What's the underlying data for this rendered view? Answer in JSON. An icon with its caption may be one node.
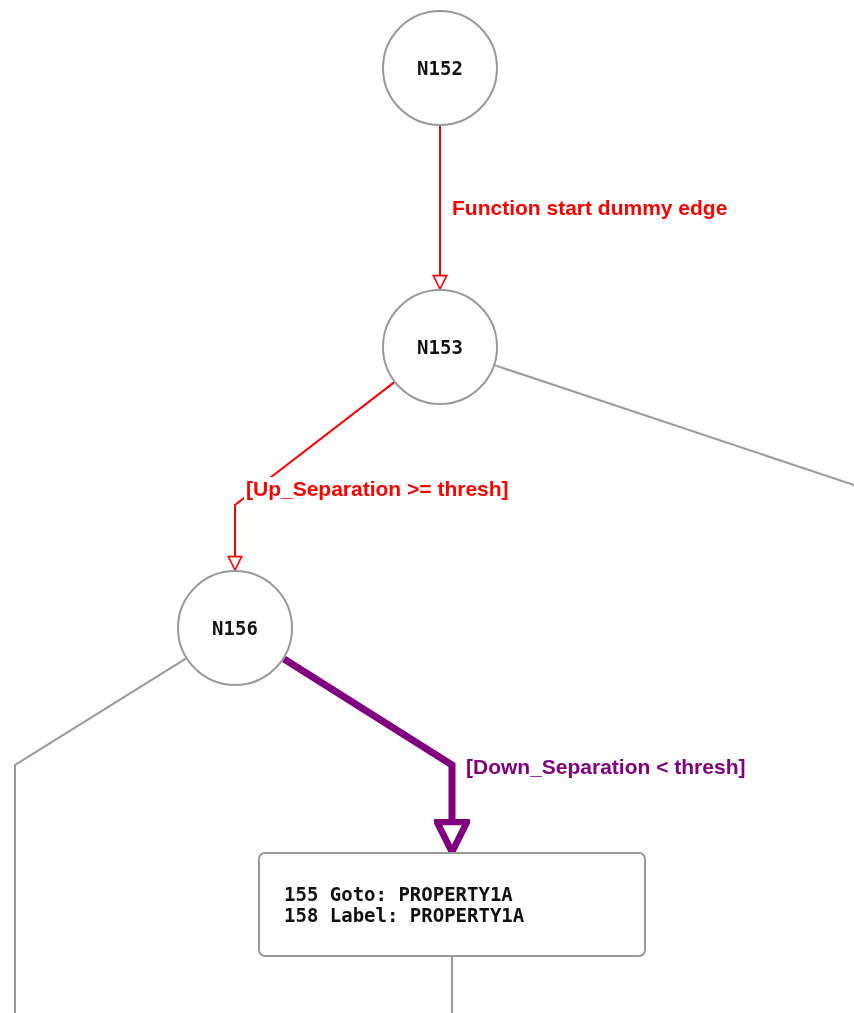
{
  "diagram": {
    "nodes": [
      {
        "text": [
          "N152"
        ]
      },
      {
        "text": [
          "N153"
        ]
      },
      {
        "text": [
          "N156"
        ]
      },
      {
        "text": [
          "155 Goto: PROPERTY1A",
          "158 Label: PROPERTY1A"
        ]
      }
    ],
    "edges": [
      {
        "from": 0,
        "to": 1,
        "arrow": "to",
        "label": "Function start dummy edge",
        "color": "#ff0000"
      },
      {
        "from": 1,
        "to": 2,
        "arrow": "to",
        "label": "[Up_Separation >= thresh]",
        "color": "#ff0000"
      },
      {
        "from": 1,
        "to": null,
        "arrow": "none"
      },
      {
        "from": 2,
        "to": 3,
        "arrow": "to",
        "label": "[Down_Separation < thresh]",
        "style": "thick",
        "color": "#800080"
      },
      {
        "from": 2,
        "to": null,
        "arrow": "none"
      },
      {
        "from": 3,
        "to": null,
        "arrow": "none"
      }
    ]
  }
}
